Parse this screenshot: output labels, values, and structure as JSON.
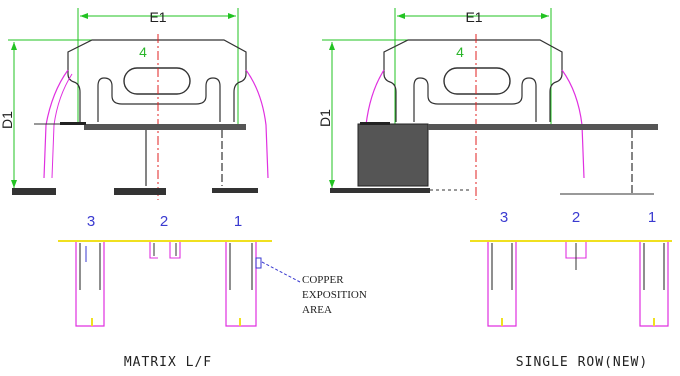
{
  "left_view": {
    "width_label": "E1",
    "height_label": "D1",
    "tab_label": "4",
    "pins": [
      "3",
      "2",
      "1"
    ],
    "caption": "MATRIX L/F",
    "callout": [
      "COPPER",
      "EXPOSITION",
      "AREA"
    ]
  },
  "right_view": {
    "width_label": "E1",
    "height_label": "D1",
    "tab_label": "4",
    "pins": [
      "3",
      "2",
      "1"
    ],
    "caption": "SINGLE ROW(NEW)"
  },
  "colors": {
    "outline": "#333333",
    "dimension_green": "#22c322",
    "centerline_red": "#e02020",
    "pin_magenta": "#e030e0",
    "lead_yellow": "#f0e020",
    "pin_label_blue": "#3a3ad0"
  }
}
